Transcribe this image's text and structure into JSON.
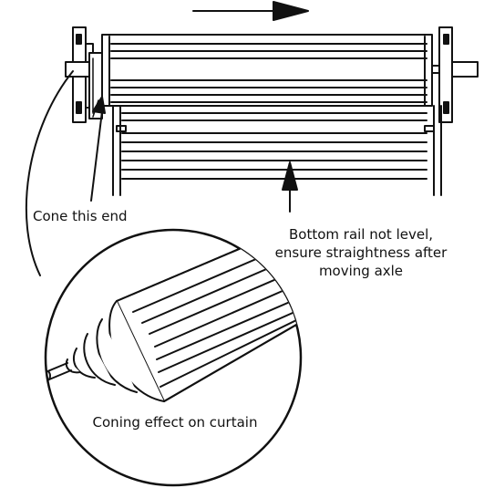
{
  "labels": {
    "cone_end": "Cone this end",
    "bottom_rail_line1": "Bottom rail not level,",
    "bottom_rail_line2": "ensure straightness after",
    "bottom_rail_line3": "moving axle",
    "coning_effect": "Coning effect on curtain"
  },
  "colors": {
    "ink": "#111111",
    "background": "#ffffff"
  }
}
